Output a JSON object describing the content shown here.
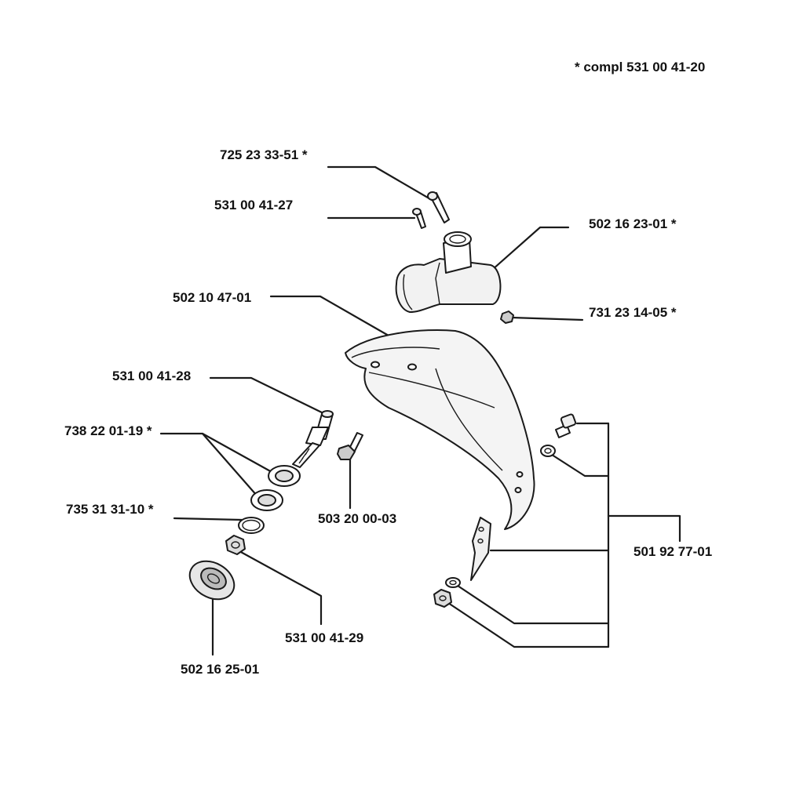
{
  "note": "*  compl 531 00 41-20",
  "labels": {
    "screw_top": "725 23 33-51  *",
    "screw_small": "531 00 41-27",
    "gear_housing": "502 16 23-01  *",
    "guard": "502 10 47-01",
    "nut_small": "731 23 14-05  *",
    "shaft": "531 00 41-28",
    "bearings": "738 22 01-19  *",
    "circlip": "735 31 31-10  *",
    "bolt_mid": "503 20 00-03",
    "guard_kit": "501 92 77-01",
    "nut_m": "531 00 41-29",
    "support_cup": "502 16 25-01"
  }
}
